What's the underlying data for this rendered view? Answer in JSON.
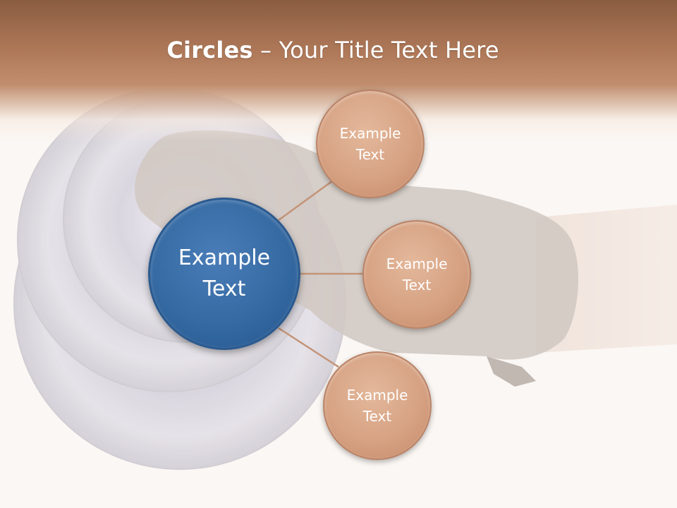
{
  "slide": {
    "title_bold": "Circles",
    "title_rest": " – Your Title Text Here"
  },
  "diagram": {
    "center": {
      "line1": "Example",
      "line2": "Text"
    },
    "nodes": [
      {
        "line1": "Example",
        "line2": "Text"
      },
      {
        "line1": "Example",
        "line2": "Text"
      },
      {
        "line1": "Example",
        "line2": "Text"
      }
    ]
  },
  "colors": {
    "center_fill": "#356aa2",
    "node_fill": "#d6a283",
    "connector": "#c49478",
    "header": "#a8765a"
  }
}
